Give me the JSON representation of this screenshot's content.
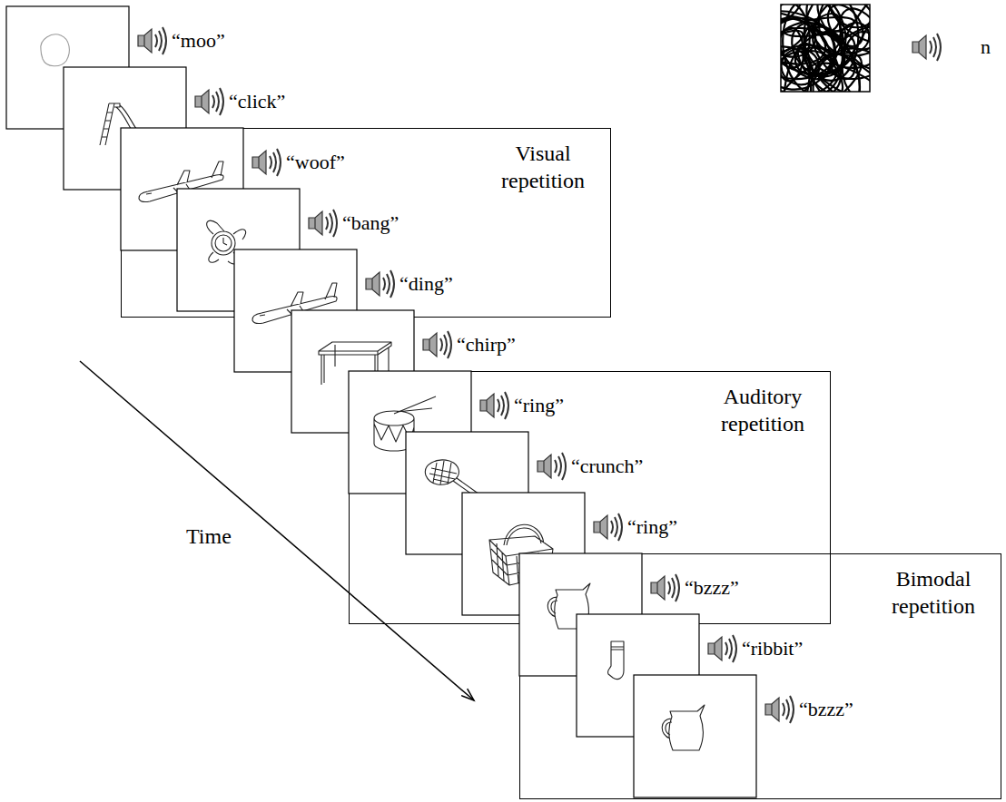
{
  "diagram": {
    "nodes": [
      {
        "text": [
          "Visual repetition"
        ]
      },
      {
        "text": [
          "Auditory repetition"
        ]
      },
      {
        "text": [
          "Bimodal repetition"
        ]
      }
    ],
    "labels": [
      "“moo”",
      "“click”",
      "“woof”",
      "“bang”",
      "“ding”",
      "“chirp”",
      "“ring”",
      "“crunch”",
      "“ring”",
      "“bzzz”",
      "“ribbit”",
      "“bzzz”",
      "Time",
      "n"
    ]
  }
}
